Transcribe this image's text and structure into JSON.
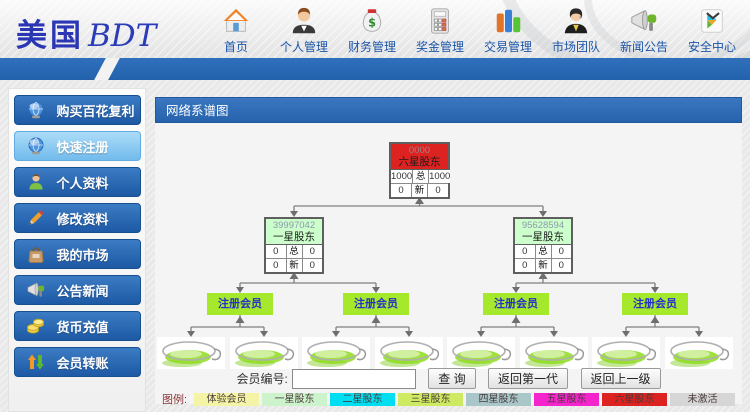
{
  "app": {
    "logo_cn": "美国",
    "logo_en": "BDT"
  },
  "header": {
    "nav": [
      {
        "label": "首页",
        "icon": "home-icon"
      },
      {
        "label": "个人管理",
        "icon": "person-icon"
      },
      {
        "label": "财务管理",
        "icon": "money-bag-icon"
      },
      {
        "label": "奖金管理",
        "icon": "calculator-icon"
      },
      {
        "label": "交易管理",
        "icon": "bar-chart-icon"
      },
      {
        "label": "市场团队",
        "icon": "team-icon"
      },
      {
        "label": "新闻公告",
        "icon": "megaphone-icon"
      },
      {
        "label": "安全中心",
        "icon": "security-icon"
      }
    ]
  },
  "sidebar": {
    "items": [
      {
        "label": "购买百花复利",
        "icon": "globe-icon",
        "active": false
      },
      {
        "label": "快速注册",
        "icon": "globe-icon",
        "active": true
      },
      {
        "label": "个人资料",
        "icon": "user-icon",
        "active": false
      },
      {
        "label": "修改资料",
        "icon": "pencil-icon",
        "active": false
      },
      {
        "label": "我的市场",
        "icon": "market-bag-icon",
        "active": false
      },
      {
        "label": "公告新闻",
        "icon": "megaphone-icon",
        "active": false
      },
      {
        "label": "货币充值",
        "icon": "coins-icon",
        "active": false
      },
      {
        "label": "会员转账",
        "icon": "transfer-icon",
        "active": false
      }
    ]
  },
  "main": {
    "panel_title": "网络系谱图",
    "tree": {
      "root": {
        "id": "0000",
        "rank": "六星股东",
        "color": "#dd2222",
        "rows": [
          [
            "1000",
            "总",
            "1000"
          ],
          [
            "0",
            "新",
            "0"
          ]
        ]
      },
      "children": [
        {
          "id": "39997042",
          "rank": "一星股东",
          "color": "#ccffcc",
          "rows": [
            [
              "0",
              "总",
              "0"
            ],
            [
              "0",
              "新",
              "0"
            ]
          ]
        },
        {
          "id": "95628594",
          "rank": "一星股东",
          "color": "#ccffcc",
          "rows": [
            [
              "0",
              "总",
              "0"
            ],
            [
              "0",
              "新",
              "0"
            ]
          ]
        }
      ],
      "register_label": "注册会员",
      "register_color": "#a6e82c",
      "leaf_count": 8
    },
    "toolbar": {
      "member_id_label": "会员编号:",
      "member_id_value": "",
      "query_button": "查 询",
      "first_gen_button": "返回第一代",
      "up_level_button": "返回上一级"
    },
    "legend": {
      "label": "图例:",
      "items": [
        {
          "label": "体验会员",
          "color": "#f4f4a6"
        },
        {
          "label": "一星股东",
          "color": "#cdf3cd"
        },
        {
          "label": "二星股东",
          "color": "#00dff2"
        },
        {
          "label": "三星股东",
          "color": "#cdea62"
        },
        {
          "label": "四星股东",
          "color": "#a9c6c9"
        },
        {
          "label": "五星股东",
          "color": "#f525cd"
        },
        {
          "label": "六星股东",
          "color": "#dd2222"
        },
        {
          "label": "未激活",
          "color": "#d6d6d6"
        }
      ]
    }
  }
}
